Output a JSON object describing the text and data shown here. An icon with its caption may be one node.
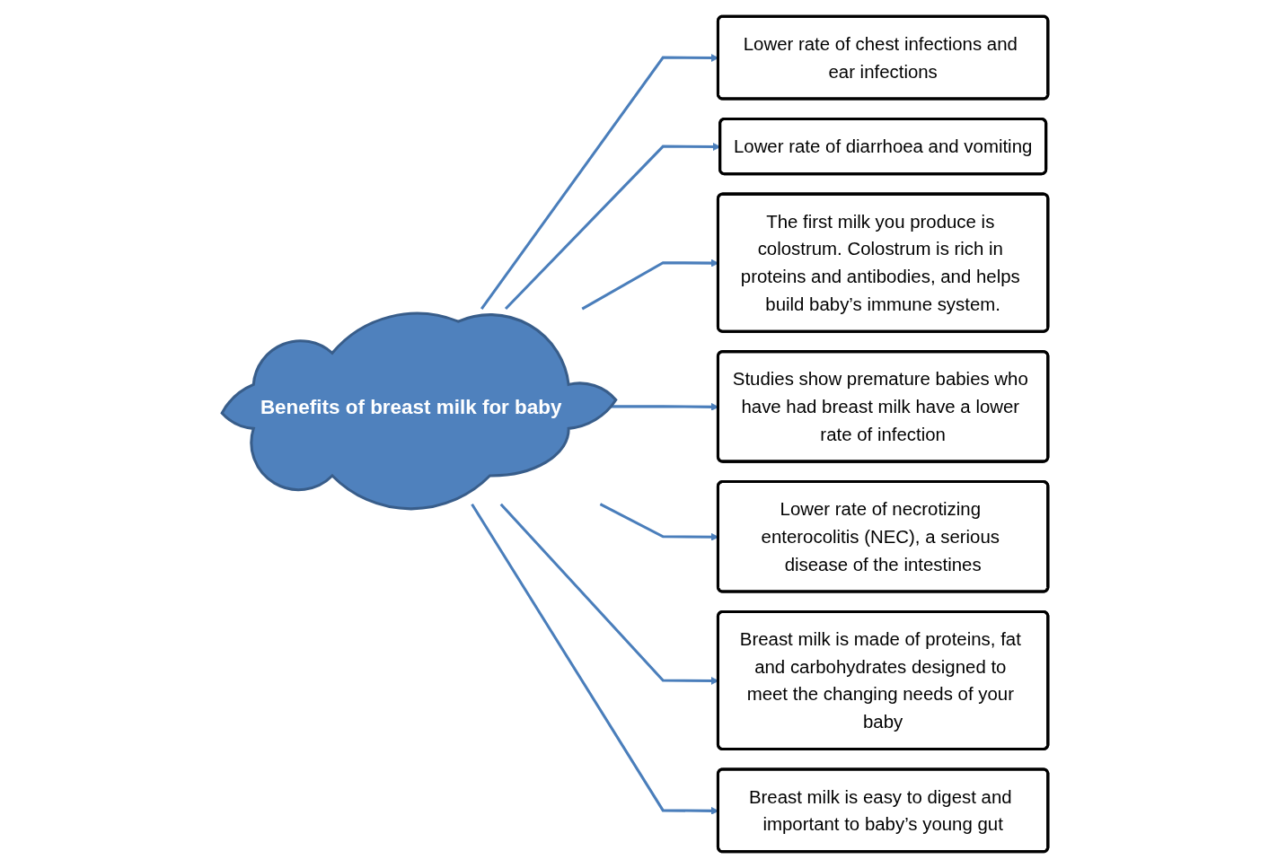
{
  "diagram": {
    "nodes": [
      {
        "text": [
          "Lower rate of chest infections and ear infections"
        ]
      },
      {
        "text": [
          "Lower rate of diarrhoea and vomiting"
        ]
      },
      {
        "text": [
          "The first milk you produce is colostrum. Colostrum is rich in proteins and antibodies, and helps build baby’s immune system."
        ]
      },
      {
        "text": [
          "Breast milk is easy to digest and important to baby’s young gut"
        ]
      },
      {
        "text": [
          "Benefits of breast milk for baby"
        ]
      },
      {
        "text": [
          "Studies show premature babies who have had breast milk have a lower rate of infection"
        ]
      },
      {
        "text": [
          "Breast milk is made of proteins, fat and carbohydrates designed to meet the changing needs of your baby"
        ]
      },
      {
        "text": [
          "Lower rate of necrotizing enterocolitis (NEC), a serious disease of the intestines"
        ]
      }
    ],
    "edges": [
      {
        "from": 4,
        "to": 0,
        "arrow": "to"
      },
      {
        "from": 4,
        "to": 1,
        "arrow": "to"
      },
      {
        "from": 4,
        "to": 2,
        "arrow": "to"
      },
      {
        "from": 4,
        "to": 5,
        "arrow": "to"
      },
      {
        "from": 4,
        "to": 7,
        "arrow": "to"
      },
      {
        "from": 4,
        "to": 6,
        "arrow": "to"
      },
      {
        "from": 4,
        "to": 3,
        "arrow": "to"
      }
    ]
  }
}
